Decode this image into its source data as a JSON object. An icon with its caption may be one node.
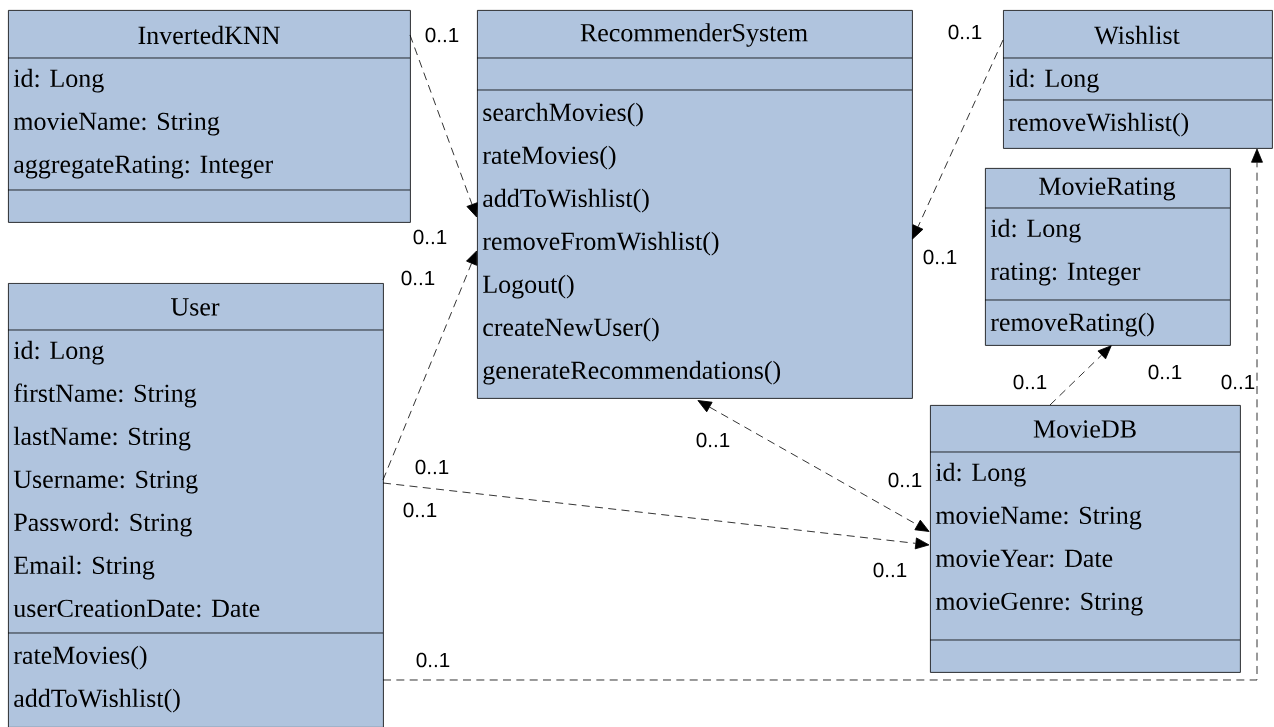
{
  "diagram": {
    "nodes": [
      {
        "text": [
          "InvertedKNN",
          "id: Long",
          "movieName: String",
          "aggregateRating: Integer"
        ]
      },
      {
        "text": [
          "RecommenderSystem",
          "searchMovies()",
          "rateMovies()",
          "addToWishlist()",
          "removeFromWishlist()",
          "Logout()",
          "createNewUser()",
          "generateRecommendations()"
        ]
      },
      {
        "text": [
          "Wishlist",
          "id: Long",
          "removeWishlist()"
        ]
      },
      {
        "text": [
          "MovieRating",
          "id: Long",
          "rating: Integer",
          "removeRating()"
        ]
      },
      {
        "text": [
          "User",
          "id: Long",
          "firstName: String",
          "lastName: String",
          "Username: String",
          "Password: String",
          "Email: String",
          "userCreationDate: Date",
          "rateMovies()",
          "addToWishlist()"
        ]
      },
      {
        "text": [
          "MovieDB",
          "id: Long",
          "movieName: String",
          "movieYear: Date",
          "movieGenre: String"
        ]
      }
    ],
    "edges": [
      {
        "from": 0,
        "to": 1,
        "arrow": "to",
        "style": "dashed"
      },
      {
        "from": 4,
        "to": 1,
        "arrow": "to",
        "style": "dashed"
      },
      {
        "from": 2,
        "to": 1,
        "arrow": "to",
        "style": "dashed"
      },
      {
        "from": 1,
        "to": 5,
        "arrow": "both",
        "style": "dashed"
      },
      {
        "from": 4,
        "to": 5,
        "arrow": "to",
        "style": "dashed"
      },
      {
        "from": 5,
        "to": 3,
        "arrow": "to",
        "style": "dashed"
      },
      {
        "from": 4,
        "to": 2,
        "arrow": "to",
        "style": "dashed"
      }
    ],
    "labels": [
      "0..1",
      "0..1",
      "0..1",
      "0..1",
      "0..1",
      "0..1",
      "0..1",
      "0..1",
      "0..1",
      "0..1",
      "0..1",
      "0..1",
      "0..1",
      "0..1"
    ]
  }
}
